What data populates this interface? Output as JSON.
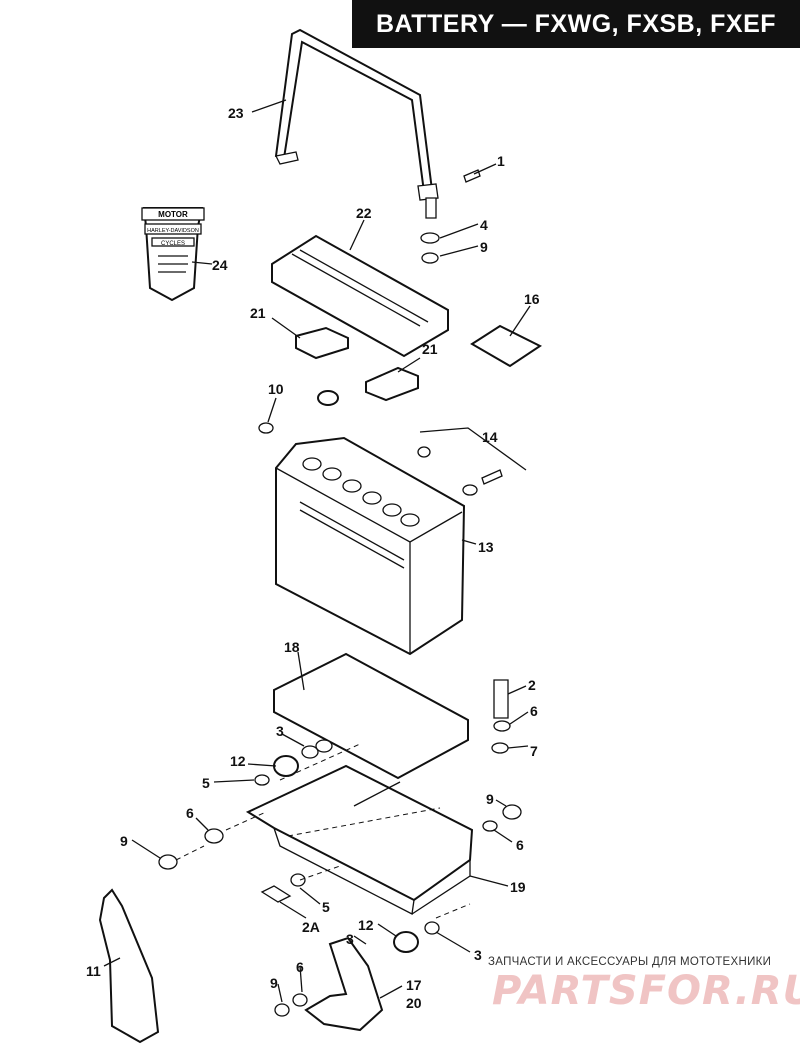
{
  "title": "BATTERY — FXWG, FXSB, FXEF",
  "badge": {
    "line1": "MOTOR",
    "line2": "HARLEY-DAVIDSON",
    "line3": "CYCLES"
  },
  "callouts": {
    "c1": "1",
    "c2": "2",
    "c2a": "2A",
    "c3a": "3",
    "c3b": "3",
    "c3c": "3",
    "c4": "4",
    "c5a": "5",
    "c5b": "5",
    "c6a": "6",
    "c6b": "6",
    "c6c": "6",
    "c6d": "6",
    "c7": "7",
    "c9a": "9",
    "c9b": "9",
    "c9c": "9",
    "c9d": "9",
    "c10": "10",
    "c11": "11",
    "c12a": "12",
    "c12b": "12",
    "c13": "13",
    "c14": "14",
    "c16": "16",
    "c17": "17",
    "c18": "18",
    "c19": "19",
    "c20": "20",
    "c21a": "21",
    "c21b": "21",
    "c22": "22",
    "c23": "23",
    "c24": "24"
  },
  "watermark": {
    "tagline": "ЗАПЧАСТИ И АКСЕССУАРЫ ДЛЯ МОТОТЕХНИКИ",
    "logo": "PARTSFOR.RU"
  }
}
